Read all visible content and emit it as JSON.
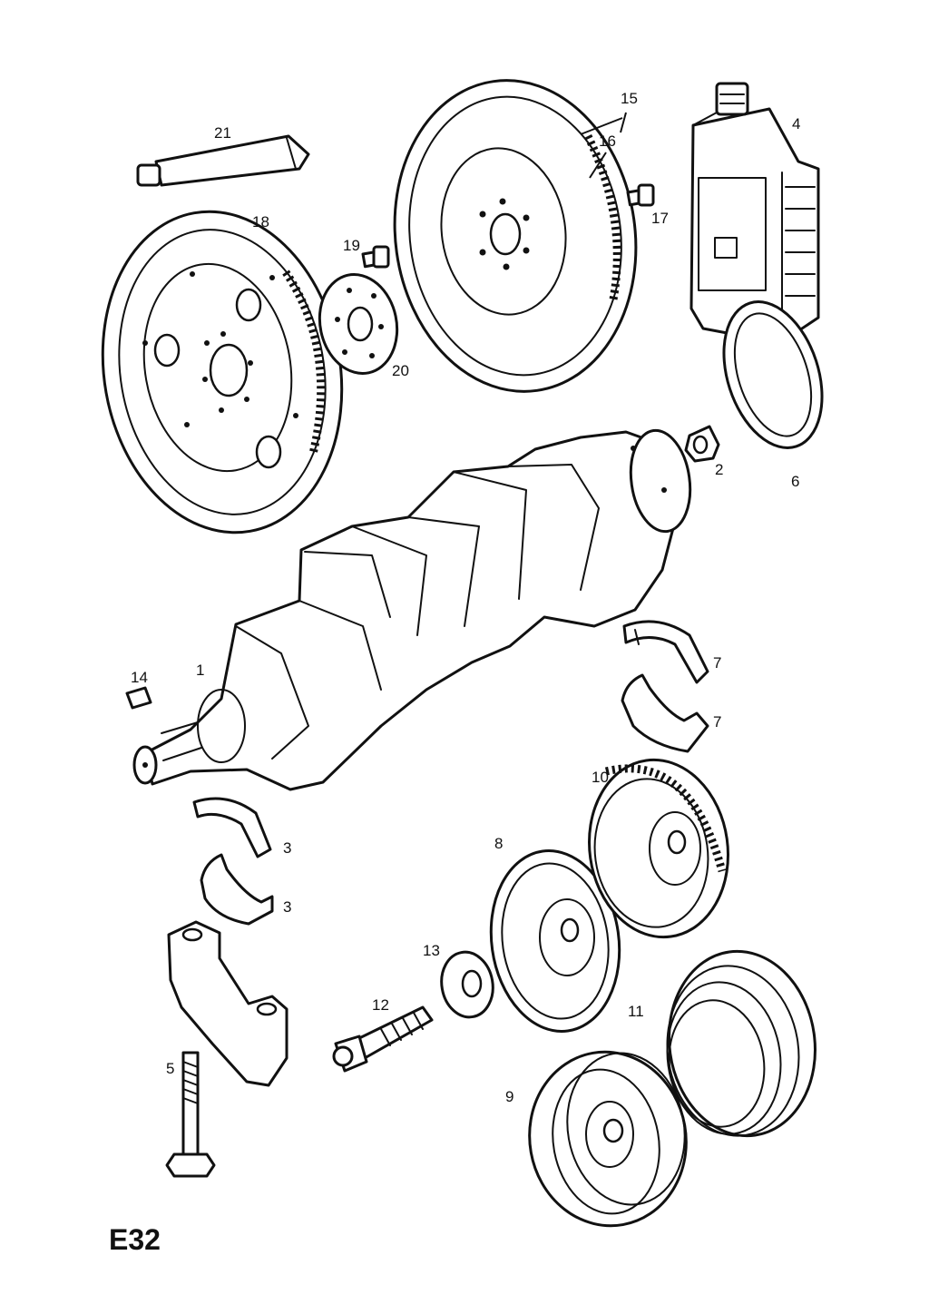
{
  "page_code": "E32",
  "callouts": {
    "c1": "1",
    "c2": "2",
    "c3a": "3",
    "c3b": "3",
    "c4": "4",
    "c5": "5",
    "c6": "6",
    "c7a": "7",
    "c7b": "7",
    "c8": "8",
    "c9": "9",
    "c10": "10",
    "c11": "11",
    "c12": "12",
    "c13": "13",
    "c14": "14",
    "c15": "15",
    "c16": "16",
    "c17": "17",
    "c18": "18",
    "c19": "19",
    "c20": "20",
    "c21": "21"
  },
  "colors": {
    "ink": "#111111",
    "paper": "#ffffff"
  }
}
